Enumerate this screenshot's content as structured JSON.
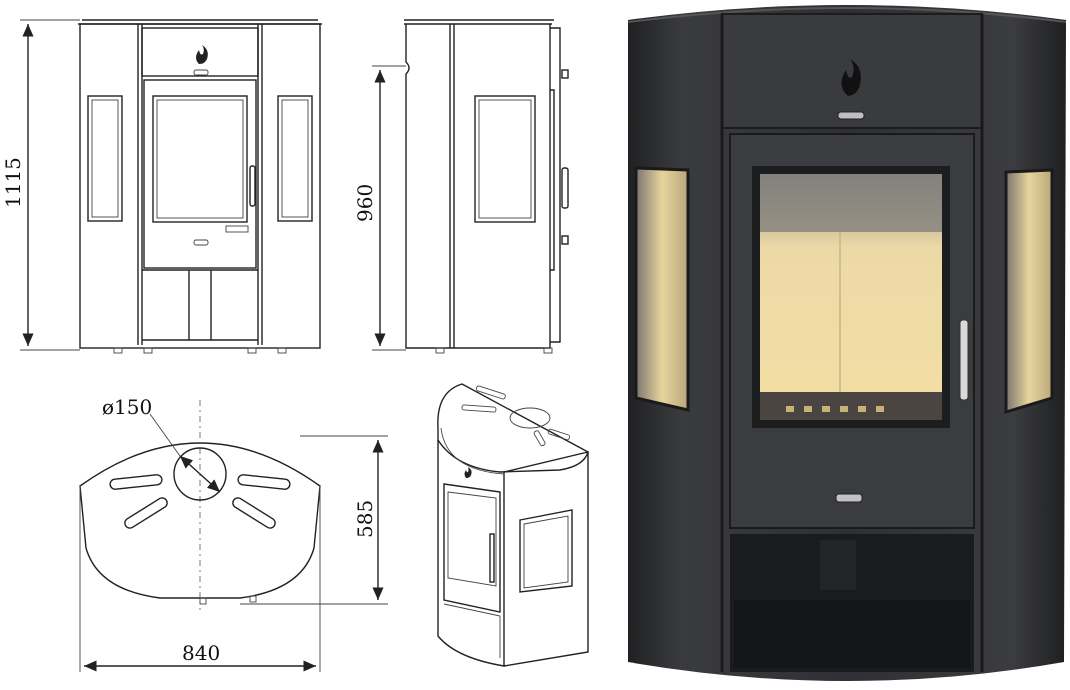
{
  "dimensions": {
    "total_height": "1115",
    "side_height": "960",
    "top_depth": "585",
    "top_width": "840",
    "flue_diameter": "ø150"
  },
  "colors": {
    "line": "#222222",
    "stove_body": "#2e2f31",
    "stove_panel": "#3a3b3e",
    "glass_warm": "#f0d9a0",
    "background": "#ffffff"
  },
  "icons": {
    "flame_logo": "flame-icon"
  }
}
